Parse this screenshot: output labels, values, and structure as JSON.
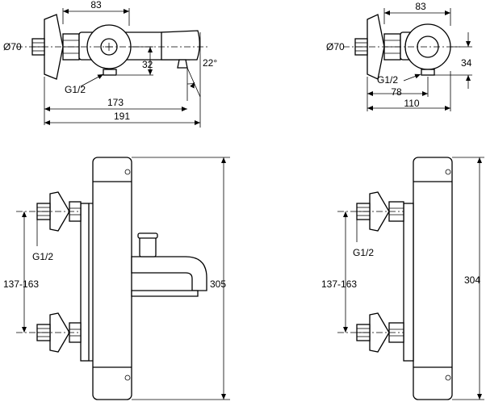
{
  "views": {
    "bath_top": {
      "dim_width_top": "83",
      "dim_diameter": "Ø70",
      "dim_height": "32",
      "dim_thread": "G1/2",
      "dim_angle": "22°",
      "dim_length_mid": "173",
      "dim_length_total": "191"
    },
    "shower_top": {
      "dim_width_top": "83",
      "dim_diameter": "Ø70",
      "dim_height": "34",
      "dim_thread": "G1/2",
      "dim_offset": "78",
      "dim_length_total": "110"
    },
    "bath_front": {
      "dim_thread": "G1/2",
      "dim_centres": "137-163",
      "dim_height": "305"
    },
    "shower_front": {
      "dim_thread": "G1/2",
      "dim_centres": "137-163",
      "dim_height": "304"
    }
  }
}
